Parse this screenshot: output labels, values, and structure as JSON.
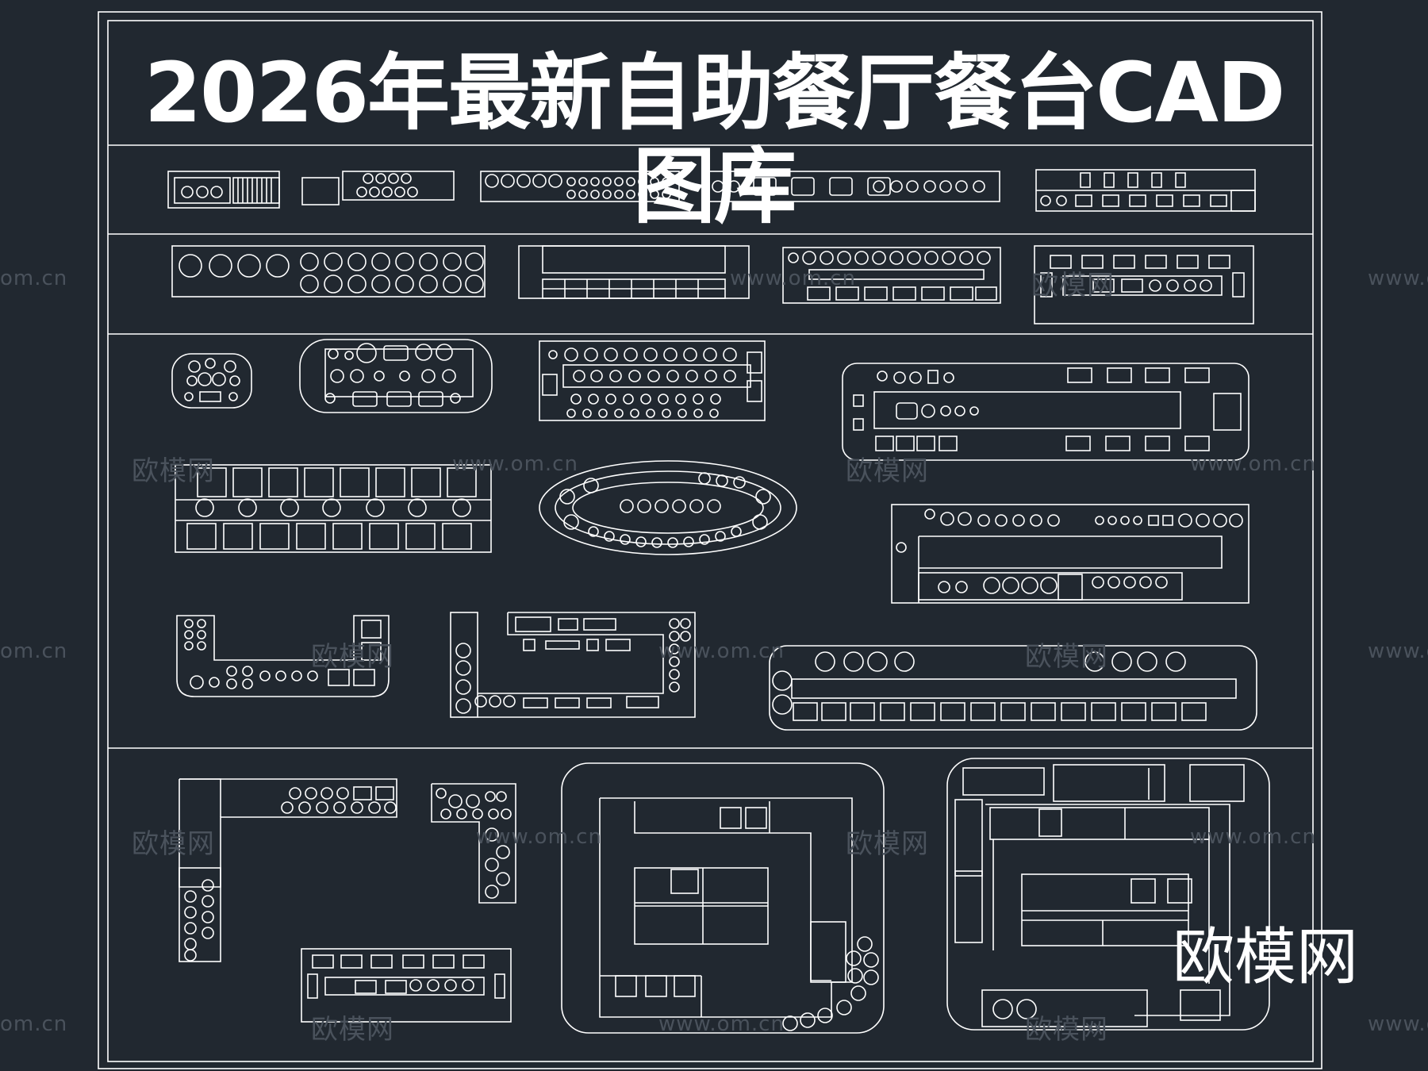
{
  "title": "2026年最新自助餐厅餐台CAD图库",
  "watermark": {
    "url_text": "www.om.cn",
    "url_text_cut": "om.cn",
    "brand_text": "欧模网"
  },
  "brand_logo": "欧模网",
  "colors": {
    "background": "#212830",
    "lines": "#ffffff",
    "watermark": "#4a525c"
  }
}
